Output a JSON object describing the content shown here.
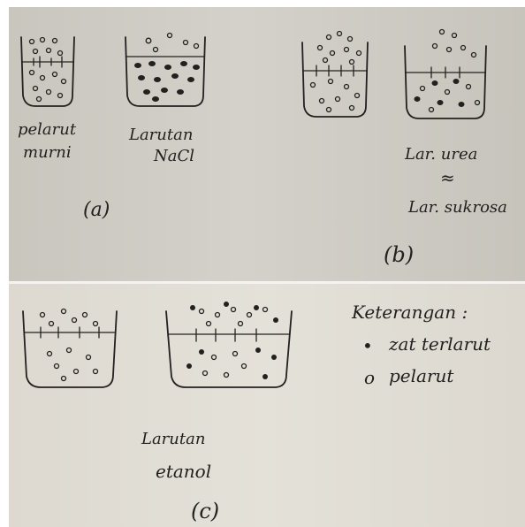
{
  "panel_a": {
    "beaker1_label_line1": "pelarut",
    "beaker1_label_line2": "murni",
    "beaker2_label_line1": "Larutan",
    "beaker2_label_line2": "NaCl",
    "caption": "(a)"
  },
  "panel_b": {
    "label_line1": "Lar. urea",
    "approx": "≈",
    "label_line2": "Lar. sukrosa",
    "caption": "(b)"
  },
  "panel_c": {
    "beaker_label_line1": "Larutan",
    "beaker_label_line2": "etanol",
    "caption": "(c)"
  },
  "legend": {
    "title": "Keterangan :",
    "solute_symbol": "•",
    "solute_label": "zat terlarut",
    "solvent_symbol": "o",
    "solvent_label": "pelarut"
  }
}
